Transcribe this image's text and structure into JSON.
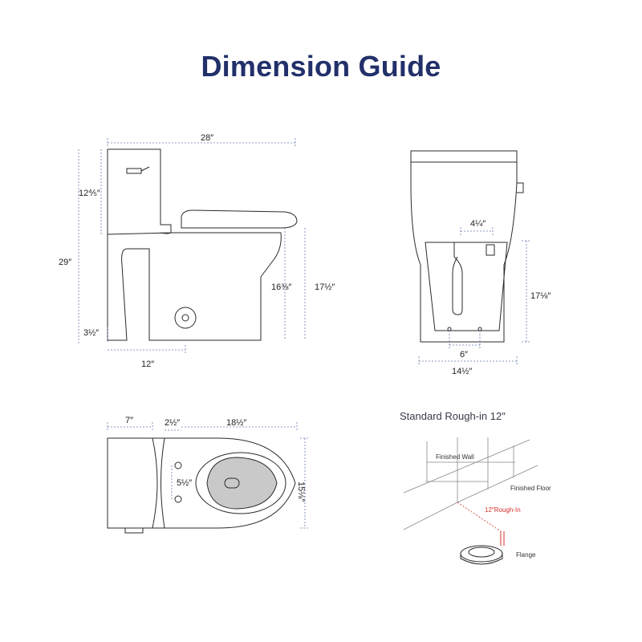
{
  "title": "Dimension Guide",
  "side_view": {
    "overall_length": "28″",
    "tank_height": "12⅘″",
    "overall_height": "29″",
    "bowl_height": "16⅜″",
    "seat_height": "17½″",
    "base_offset": "3½″",
    "rough_in": "12″"
  },
  "front_view": {
    "supply_width": "4¼″",
    "inner_height": "17⅛″",
    "bolt_spacing": "6″",
    "base_width": "14½″"
  },
  "top_view": {
    "tank_depth": "7″",
    "seat_offset": "2½″",
    "bowl_length": "18½″",
    "hinge_spacing": "5½″",
    "bowl_width": "15⅛″"
  },
  "rough_in": {
    "title": "Standard Rough-in 12″",
    "finished_wall": "Finished  Wall",
    "finished_floor": "Finished Floor",
    "rough_in_label": "12″Rough-In",
    "flange": "Flange"
  },
  "colors": {
    "title": "#22306a",
    "dimension_line": "#5566aa",
    "rough_in": "#d8322d"
  }
}
